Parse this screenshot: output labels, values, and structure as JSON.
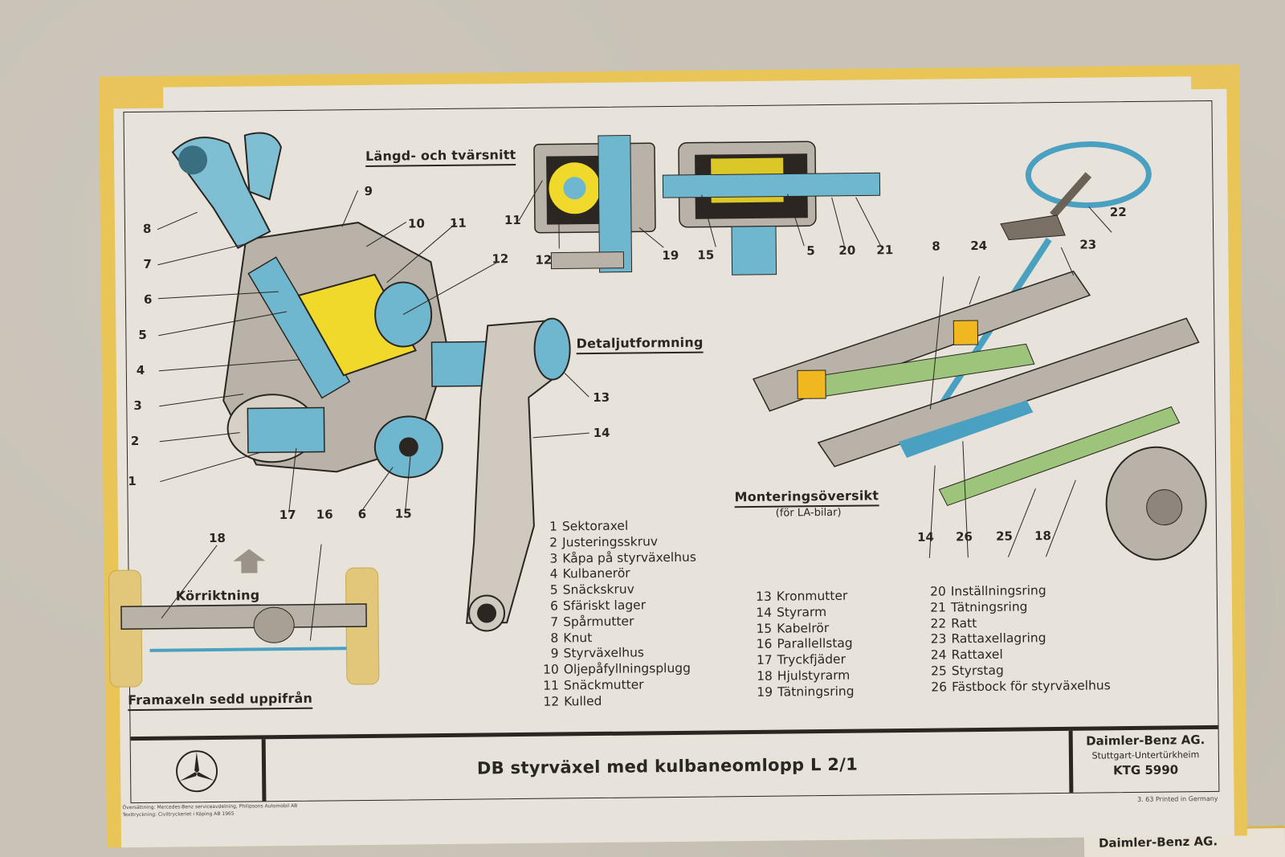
{
  "poster": {
    "title": "DB styrväxel med kulbaneomlopp L 2/1",
    "company": {
      "name": "Daimler-Benz AG.",
      "location": "Stuttgart-Untertürkheim",
      "code": "KTG 5990"
    },
    "printed": "3. 63  Printed in Germany",
    "footnotes": [
      "Översättning: Mercedes-Benz serviceavdelning, Philipsons Automobil AB",
      "Texttryckning: Civiltryckeriet i Köping AB 1965"
    ],
    "logo": "mercedes-star-icon"
  },
  "headings": {
    "section_view": "Längd- och tvärsnitt",
    "detail": "Detaljutformning",
    "mounting": "Monteringsöversikt",
    "mounting_sub": "(för LA-bilar)",
    "front_axle": "Framaxeln sedd uppifrån",
    "direction": "Körriktning"
  },
  "callouts": {
    "detail_view": [
      "8",
      "7",
      "6",
      "5",
      "4",
      "3",
      "2",
      "1",
      "9",
      "10",
      "11",
      "12",
      "13",
      "14",
      "17",
      "16",
      "6",
      "15"
    ],
    "section_view": [
      "11",
      "12",
      "19",
      "15",
      "5",
      "20",
      "21"
    ],
    "mounting_view": [
      "22",
      "23",
      "8",
      "24",
      "14",
      "26",
      "25",
      "18"
    ],
    "axle_view": [
      "18"
    ]
  },
  "legend": {
    "col1": [
      {
        "num": "1",
        "label": "Sektoraxel"
      },
      {
        "num": "2",
        "label": "Justeringsskruv"
      },
      {
        "num": "3",
        "label": "Kåpa på styrväxelhus"
      },
      {
        "num": "4",
        "label": "Kulbanerör"
      },
      {
        "num": "5",
        "label": "Snäckskruv"
      },
      {
        "num": "6",
        "label": "Sfäriskt lager"
      },
      {
        "num": "7",
        "label": "Spårmutter"
      },
      {
        "num": "8",
        "label": "Knut"
      },
      {
        "num": "9",
        "label": "Styrväxelhus"
      },
      {
        "num": "10",
        "label": "Oljepåfyllningsplugg"
      },
      {
        "num": "11",
        "label": "Snäckmutter"
      },
      {
        "num": "12",
        "label": "Kulled"
      }
    ],
    "col2": [
      {
        "num": "13",
        "label": "Kronmutter"
      },
      {
        "num": "14",
        "label": "Styrarm"
      },
      {
        "num": "15",
        "label": "Kabelrör"
      },
      {
        "num": "16",
        "label": "Parallellstag"
      },
      {
        "num": "17",
        "label": "Tryckfjäder"
      },
      {
        "num": "18",
        "label": "Hjulstyrarm"
      },
      {
        "num": "19",
        "label": "Tätningsring"
      }
    ],
    "col3": [
      {
        "num": "20",
        "label": "Inställningsring"
      },
      {
        "num": "21",
        "label": "Tätningsring"
      },
      {
        "num": "22",
        "label": "Ratt"
      },
      {
        "num": "23",
        "label": "Rattaxellagring"
      },
      {
        "num": "24",
        "label": "Rattaxel"
      },
      {
        "num": "25",
        "label": "Styrstag"
      },
      {
        "num": "26",
        "label": "Fästbock för styrväxelhus"
      }
    ]
  },
  "next_poster_partial": "Daimler-Benz AG.",
  "colors": {
    "tape": "#e8c45a",
    "paper": "#e8e3da",
    "ink": "#2b2621",
    "part_blue": "#5fb3cf",
    "part_yellow": "#f0d92a",
    "spring_green": "#9cc47a",
    "housing_grey": "#b9b2a8"
  }
}
